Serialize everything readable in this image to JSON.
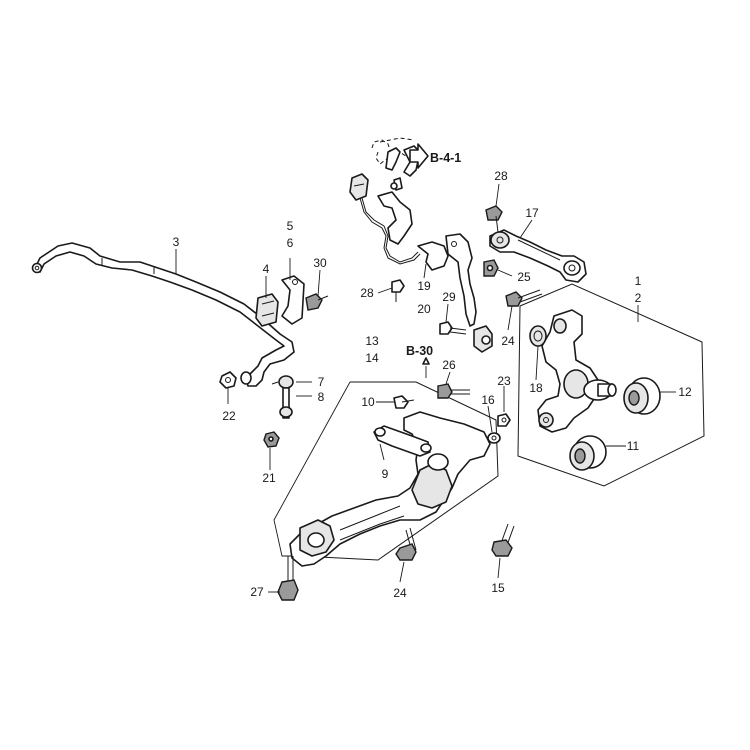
{
  "references": {
    "b41": "B-4-1",
    "b30": "B-30"
  },
  "callouts": {
    "c1": "1",
    "c2": "2",
    "c3": "3",
    "c4": "4",
    "c5": "5",
    "c6": "6",
    "c7": "7",
    "c8": "8",
    "c9": "9",
    "c10": "10",
    "c11": "11",
    "c12": "12",
    "c13": "13",
    "c14": "14",
    "c15": "15",
    "c16": "16",
    "c17": "17",
    "c18": "18",
    "c19": "19",
    "c20": "20",
    "c21": "21",
    "c22": "22",
    "c23": "23",
    "c24a": "24",
    "c24b": "24",
    "c25": "25",
    "c26": "26",
    "c27": "27",
    "c28a": "28",
    "c28b": "28",
    "c29": "29",
    "c30": "30"
  },
  "colors": {
    "ink": "#1a1a1a",
    "background": "#ffffff"
  }
}
